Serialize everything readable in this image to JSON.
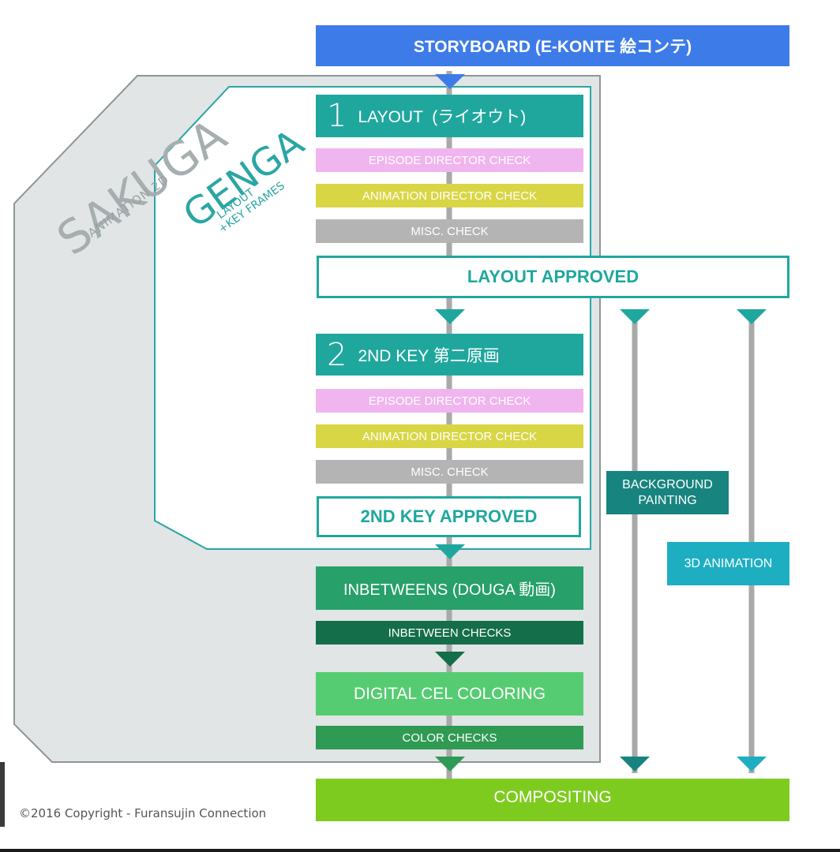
{
  "storyboard": "STORYBOARD (E-KONTE 絵コンテ)",
  "sakuga": {
    "title": "SAKUGA",
    "subtitle": "ANIMATION 2D"
  },
  "genga": {
    "title": "GENGA",
    "line1": "LAYOUT",
    "line2": "+KEY FRAMES"
  },
  "layout_stage": {
    "number": "1",
    "title": "LAYOUT  (ライオウト)",
    "episode_check": "EPISODE DIRECTOR CHECK",
    "animation_check": "ANIMATION DIRECTOR CHECK",
    "misc_check": "MISC. CHECK",
    "approved": "LAYOUT APPROVED"
  },
  "key2_stage": {
    "number": "2",
    "title": "2ND KEY 第二原画",
    "episode_check": "EPISODE DIRECTOR CHECK",
    "animation_check": "ANIMATION DIRECTOR CHECK",
    "misc_check": "MISC. CHECK",
    "approved": "2ND KEY APPROVED"
  },
  "inbetweens": {
    "title": "INBETWEENS (DOUGA 動画)",
    "checks": "INBETWEEN CHECKS"
  },
  "coloring": {
    "title": "DIGITAL CEL COLORING",
    "checks": "COLOR CHECKS"
  },
  "background": {
    "line1": "BACKGROUND",
    "line2": "PAINTING"
  },
  "animation3d": "3D ANIMATION",
  "compositing": "COMPOSITING",
  "copyright": "©2016 Copyright - Furansujin Connection",
  "colors": {
    "storyboard_blue": "#3d7be8",
    "teal": "#1fa79e",
    "pink": "#f0b5ee",
    "yellow": "#d9d645",
    "gray": "#b4b4b4",
    "green_mid": "#27a06a",
    "green_dark": "#156e4a",
    "green_light": "#56cc72",
    "green_checks": "#2f9a53",
    "compositing_green": "#7ecb20",
    "bg_teal": "#17847f",
    "cyan": "#1eaec2",
    "panel": "#e1e5e6"
  }
}
